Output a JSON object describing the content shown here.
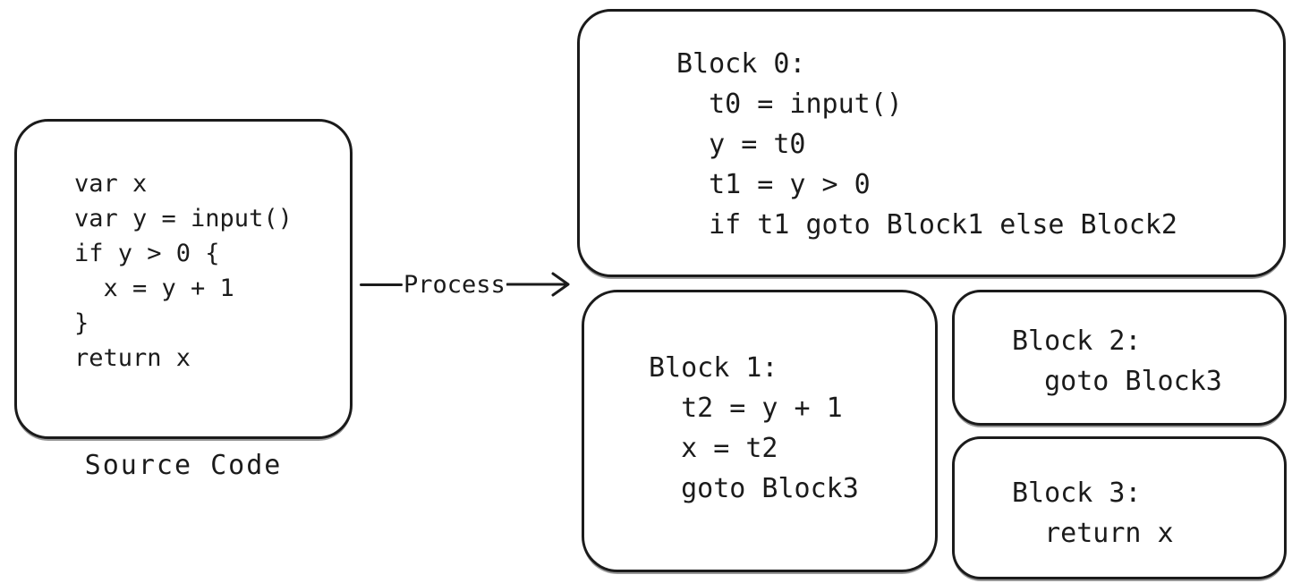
{
  "source_panel": {
    "code": "var x\nvar y = input()\nif y > 0 {\n  x = y + 1\n}\nreturn x",
    "caption": "Source Code"
  },
  "process_arrow": {
    "label": "Process"
  },
  "blocks": [
    {
      "id": "block-0",
      "code": "Block 0:\n  t0 = input()\n  y = t0\n  t1 = y > 0\n  if t1 goto Block1 else Block2"
    },
    {
      "id": "block-1",
      "code": "Block 1:\n  t2 = y + 1\n  x = t2\n  goto Block3"
    },
    {
      "id": "block-2",
      "code": "Block 2:\n  goto Block3"
    },
    {
      "id": "block-3",
      "code": "Block 3:\n  return x"
    }
  ],
  "colors": {
    "stroke": "#1b1b1b",
    "background": "#ffffff"
  }
}
